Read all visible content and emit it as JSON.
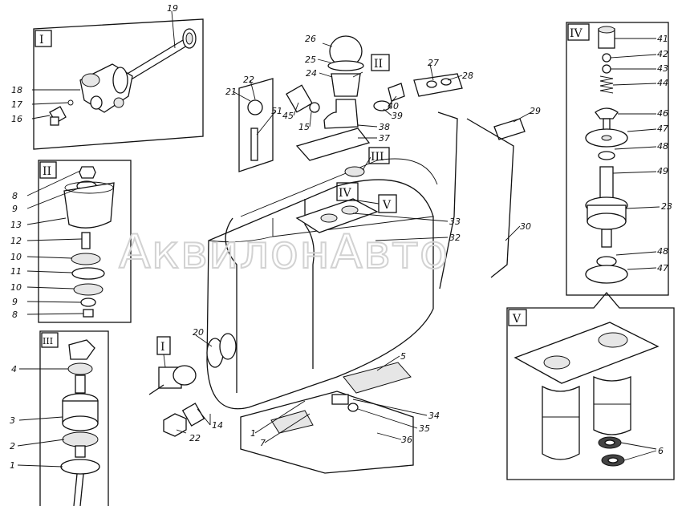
{
  "watermark": "АквилонАвто",
  "panels": [
    {
      "id": "panel-I",
      "title": "I",
      "callouts": [
        "19",
        "18",
        "17",
        "16"
      ]
    },
    {
      "id": "panel-II",
      "title": "II",
      "callouts": [
        "8",
        "9",
        "13",
        "12",
        "10",
        "11",
        "10",
        "9",
        "8"
      ]
    },
    {
      "id": "panel-III",
      "title": "III",
      "callouts": [
        "4",
        "3",
        "2",
        "1"
      ]
    },
    {
      "id": "panel-IV",
      "title": "IV",
      "callouts": [
        "41",
        "42",
        "43",
        "44",
        "46",
        "47",
        "48",
        "49",
        "23",
        "48",
        "47"
      ]
    },
    {
      "id": "panel-V",
      "title": "V",
      "callouts": [
        "6"
      ]
    }
  ],
  "main_callouts": [
    "26",
    "25",
    "24",
    "21",
    "22",
    "51",
    "45",
    "15",
    "40",
    "39",
    "27",
    "28",
    "29",
    "38",
    "37",
    "33",
    "32",
    "30",
    "20",
    "5",
    "34",
    "35",
    "36",
    "1",
    "7",
    "14",
    "22"
  ],
  "main_markers": [
    "II",
    "III",
    "IV",
    "V",
    "I"
  ]
}
